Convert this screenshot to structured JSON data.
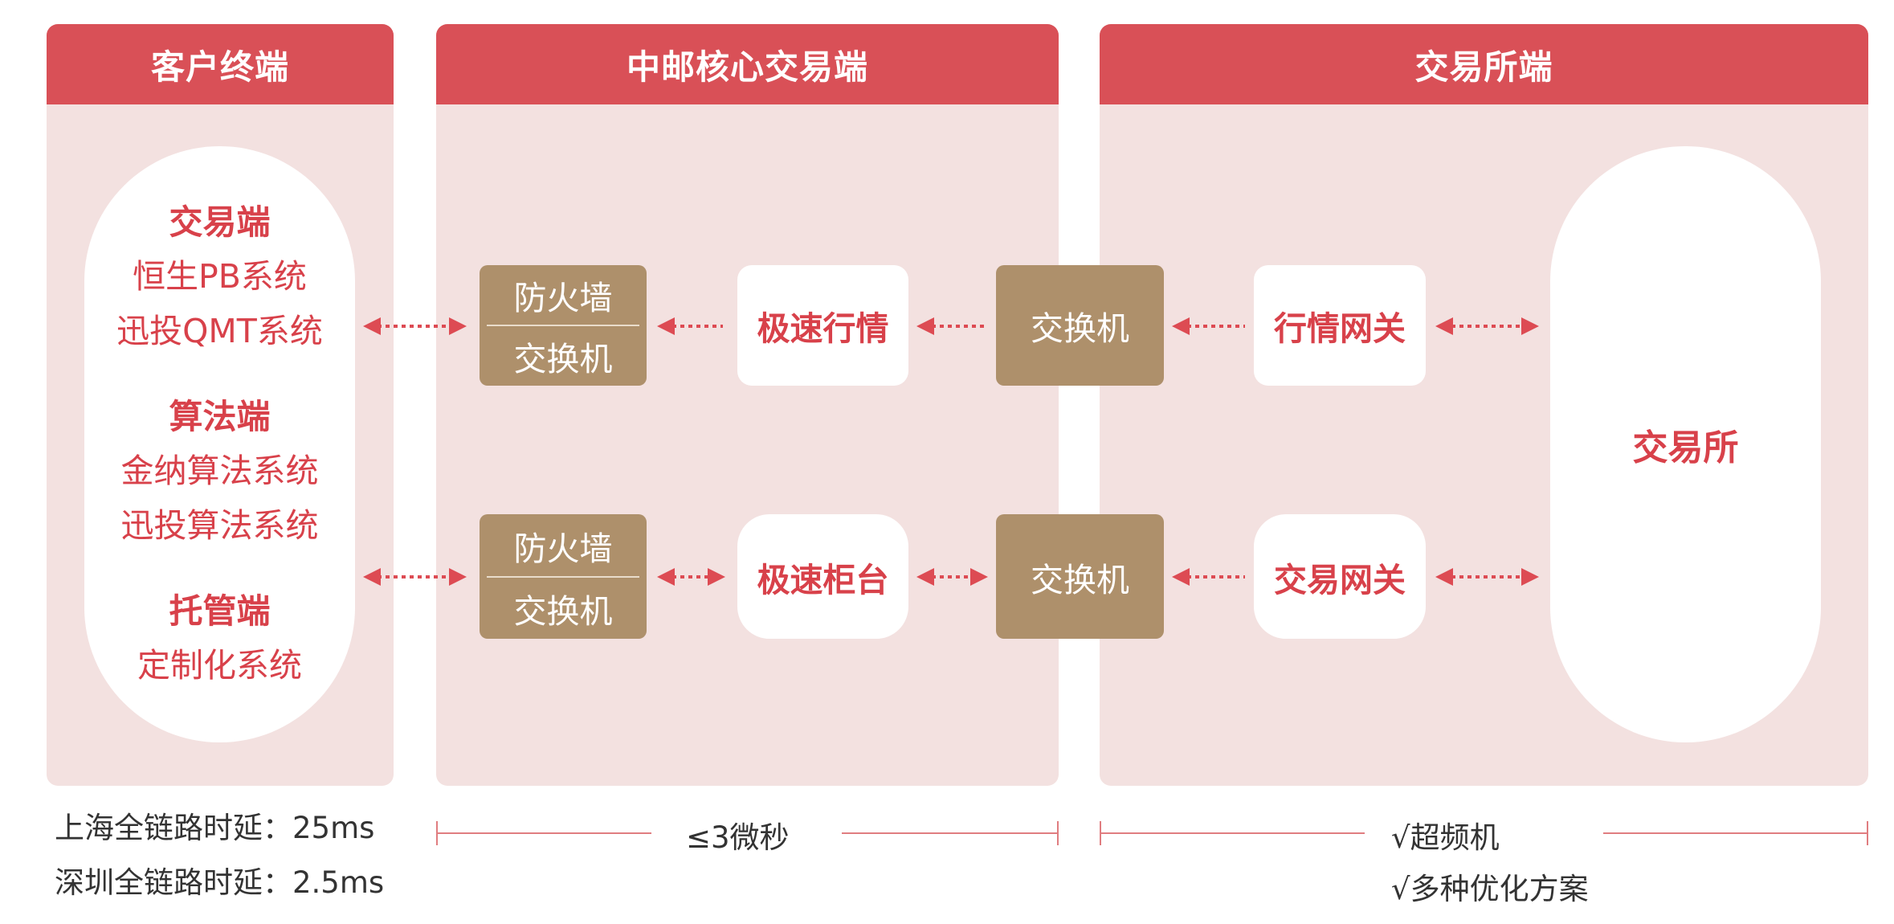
{
  "columns": {
    "client": {
      "title": "客户终端"
    },
    "core": {
      "title": "中邮核心交易端"
    },
    "exchange_side": {
      "title": "交易所端"
    }
  },
  "client_groups": [
    {
      "title": "交易端",
      "items": [
        "恒生PB系统",
        "迅投QMT系统"
      ]
    },
    {
      "title": "算法端",
      "items": [
        "金纳算法系统",
        "迅投算法系统"
      ]
    },
    {
      "title": "托管端",
      "items": [
        "定制化系统"
      ]
    }
  ],
  "row1": {
    "firewall_top": "防火墙",
    "firewall_bottom": "交换机",
    "speed_module": "极速行情",
    "switch": "交换机",
    "gateway": "行情网关"
  },
  "row2": {
    "firewall_top": "防火墙",
    "firewall_bottom": "交换机",
    "speed_module": "极速柜台",
    "switch": "交换机",
    "gateway": "交易网关"
  },
  "exchange": {
    "label": "交易所"
  },
  "captions": {
    "latency_shanghai": "上海全链路时延：25ms",
    "latency_shenzhen": "深圳全链路时延：2.5ms",
    "core_latency": "≤3微秒",
    "feature_1": "√超频机",
    "feature_2": "√多种优化方案"
  },
  "colors": {
    "header_red": "#d95057",
    "panel_pink": "#f3e1e0",
    "text_red": "#d8414a",
    "box_brown": "#ae906b",
    "arrow_red": "#dd4b53"
  }
}
